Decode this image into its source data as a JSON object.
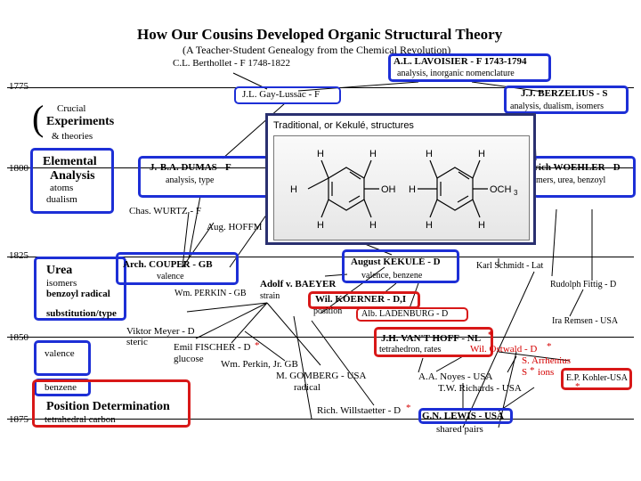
{
  "title": "How Our Cousins Developed Organic Structural Theory",
  "subtitle": "(A Teacher-Student Genealogy from the Chemical Revolution)",
  "years": [
    "1775",
    "1800",
    "1825",
    "1850",
    "1875"
  ],
  "concepts": {
    "crucial": "Crucial",
    "experiments": "Experiments",
    "theories": "& theories",
    "elemental": "Elemental",
    "analysis": "Analysis",
    "atoms": "atoms",
    "dualism": "dualism",
    "urea": "Urea",
    "isomers": "isomers",
    "benzoyl": "benzoyl radical",
    "substitution": "substitution/type",
    "valence": "valence",
    "benzene": "benzene",
    "position": "Position Determination",
    "tetrahedral": "tetrahedral carbon"
  },
  "people": {
    "berthollet": "C.L. Berthollet - F 1748-1822",
    "lavoisier": "A.L. LAVOISIER - F 1743-1794",
    "lavoisier_note": "analysis, inorganic nomenclature",
    "gaylussac": "J.L. Gay-Lussac - F",
    "berzelius": "J.J. BERZELIUS - S",
    "berzelius_note": "analysis, dualism, isomers",
    "dumas": "J.-B.A. DUMAS - F",
    "dumas_note": "analysis, type",
    "woehler": "rich WOEHLER - D",
    "woehler_note": "mers, urea, benzoyl",
    "wurtz": "Chas. WURTZ - F",
    "hofmann": "Aug. HOFFM",
    "couper": "Arch. COUPER - GB",
    "couper_note": "valence",
    "perkin": "Wm. PERKIN - GB",
    "baeyer": "Adolf v. BAEYER",
    "baeyer_note": "strain",
    "kekule": "August KEKULÉ - D",
    "kekule_note": "valence, benzene",
    "schmidt": "Karl Schmidt - Lat",
    "fittig": "Rudolph Fittig - D",
    "koerner": "Wil. KOERNER - D,I",
    "koerner_note": "position",
    "ladenburg": "Alb. LADENBURG - D",
    "remsen": "Ira Remsen - USA",
    "meyer": "Viktor Meyer - D",
    "meyer_note": "steric",
    "fischer": "Emil FISCHER - D",
    "fischer_note": "glucose",
    "perkinjr": "Wm. Perkin, Jr. GB",
    "gomberg": "M. GOMBERG - USA",
    "gomberg_note": "radical",
    "vanthoff": "J.H. VAN'T HOFF - NL",
    "vanthoff_note": "tetrahedron, rates",
    "ostwald": "Wil. Ostwald - D",
    "arrhenius": "S. Arrhenius",
    "arrhenius2": "S",
    "ions": "ions",
    "noyes": "A.A. Noyes - USA",
    "richards": "T.W. Richards - USA",
    "kohler": "E.P. Kohler-USA",
    "willstaetter": "Rich. Willstaetter - D",
    "lewis": "G.N. LEWIS - USA",
    "lewis_note": "shared pairs",
    "star": "*"
  },
  "structures": {
    "header": "Traditional, or Kekulé, structures",
    "h": "H",
    "oh": "OH",
    "och3": "OCH",
    "sub3": "3"
  }
}
